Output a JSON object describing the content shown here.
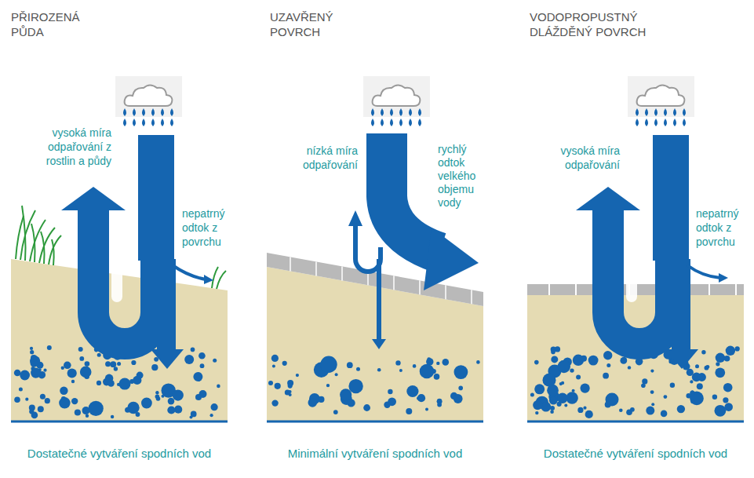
{
  "diagram": {
    "labels": [
      "PŘIROZENÁ PŮDA",
      "UZAVŘENÝ POVRCH",
      "VODOPROPUSTNÝ DLÁŽDĚNÝ POVRCH",
      "vysoká míra odpařování z rostlin a půdy",
      "nepatrný odtok z povrchu",
      "nízká míra odpařování",
      "rychlý odtok velkého objemu vody",
      "vysoká míra odpařování",
      "nepatrný odtok z povrchu",
      "Dostatečné vytváření spodních vod",
      "Minimální vytváření spodních vod",
      "Dostatečné vytváření spodních vod"
    ]
  }
}
